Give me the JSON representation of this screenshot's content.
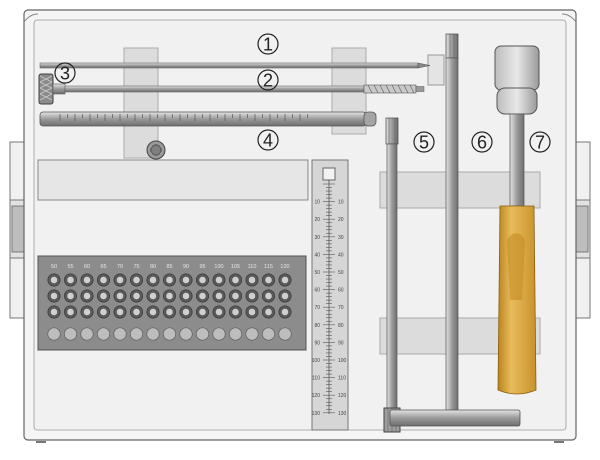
{
  "callouts": [
    {
      "id": "1",
      "text": "1"
    },
    {
      "id": "2",
      "text": "2"
    },
    {
      "id": "3",
      "text": "3"
    },
    {
      "id": "4",
      "text": "4"
    },
    {
      "id": "5",
      "text": "5"
    },
    {
      "id": "6",
      "text": "6"
    },
    {
      "id": "7",
      "text": "7"
    }
  ],
  "hole_sizes": [
    "50",
    "55",
    "60",
    "65",
    "70",
    "75",
    "80",
    "85",
    "90",
    "95",
    "100",
    "105",
    "110",
    "115",
    "120"
  ],
  "ruler_marks": [
    "10",
    "20",
    "30",
    "40",
    "50",
    "60",
    "70",
    "80",
    "90",
    "100",
    "110",
    "120",
    "130"
  ],
  "colors": {
    "tray_fill": "#f1f1f1",
    "tray_stroke": "#666666",
    "steel": "#b5b5b5",
    "rack": "#8c8c8c",
    "handle_wood": "#d8a33c",
    "cap_gray": "#a8a8a8"
  }
}
